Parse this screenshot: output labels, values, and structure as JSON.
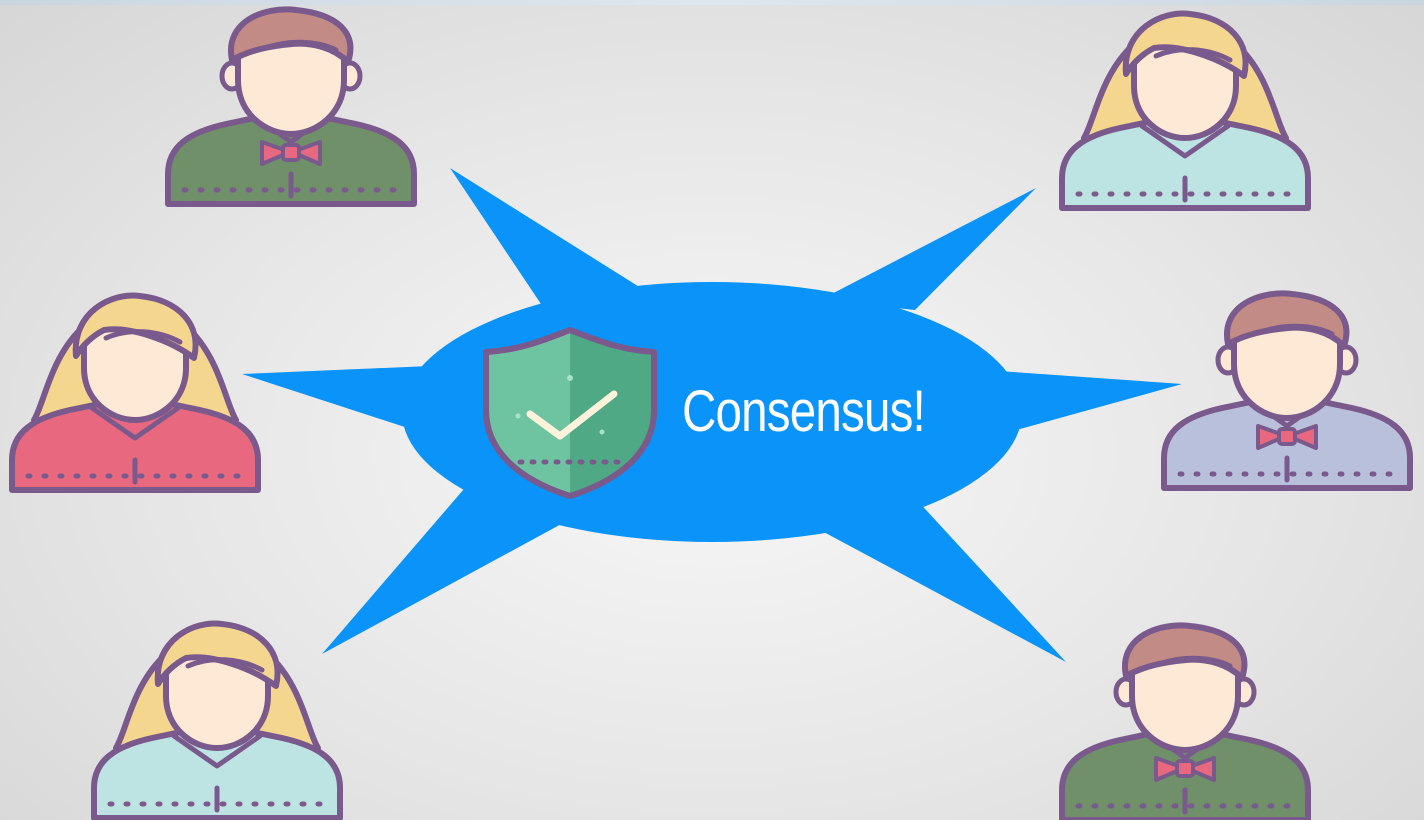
{
  "center": {
    "label": "Consensus!",
    "icon": "shield-check-icon"
  },
  "colors": {
    "burst": "#0a93f8",
    "outline": "#7a5a8c",
    "skin": "#fde9d5",
    "hair_male": "#c38b85",
    "hair_female": "#f5d68f",
    "shirt_green": "#6f9068",
    "shirt_teal": "#bde3e2",
    "shirt_pink": "#e8687f",
    "shirt_lavender": "#b9c0dc",
    "bowtie": "#e8687f",
    "shield_light": "#6ec4a1",
    "shield_dark": "#4fa985"
  },
  "people": [
    {
      "role": "male-green",
      "icon": "man-avatar-icon"
    },
    {
      "role": "female-teal",
      "icon": "woman-avatar-icon"
    },
    {
      "role": "female-pink",
      "icon": "woman-avatar-icon"
    },
    {
      "role": "male-lavender",
      "icon": "man-avatar-icon"
    },
    {
      "role": "female-teal",
      "icon": "woman-avatar-icon"
    },
    {
      "role": "male-green",
      "icon": "man-avatar-icon"
    }
  ]
}
